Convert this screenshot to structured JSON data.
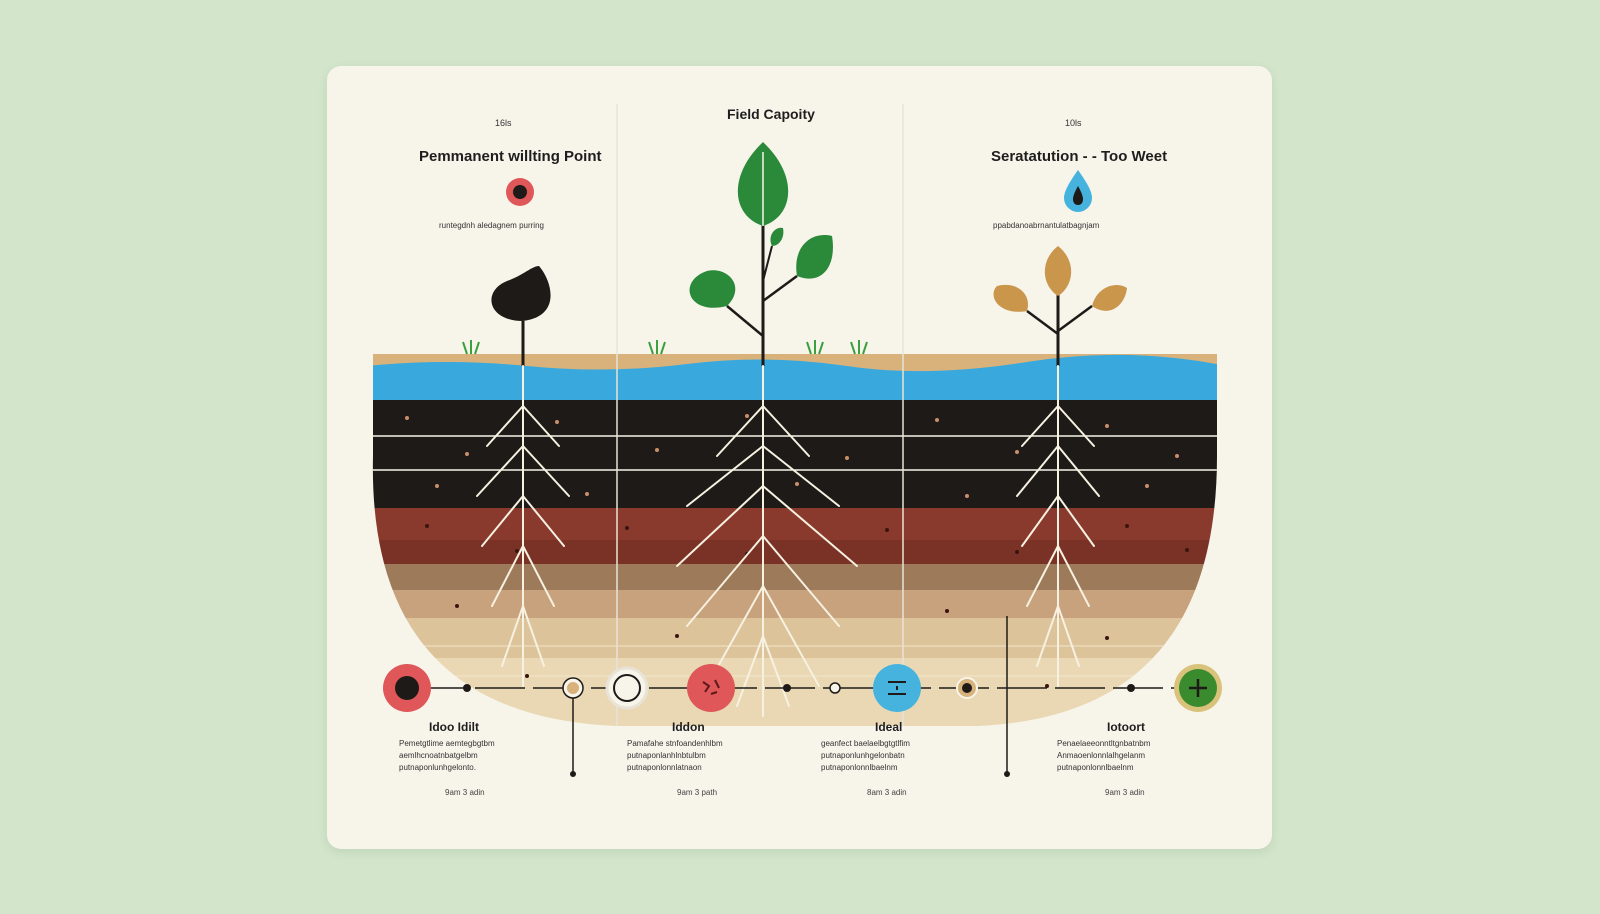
{
  "colors": {
    "background": "#d3e6cc",
    "card": "#f7f4ea",
    "water": "#38a8dd",
    "topsoil": "#d8b27a",
    "dark_soil": "#1e1a18",
    "red_soil": "#8a3a2c",
    "brown_soil": "#9c7a5a",
    "sand": "#ead8b4",
    "root": "#f7f1e1",
    "leaf_green": "#2a8a3a",
    "leaf_tan": "#c9964c",
    "red_marker": "#e0575a",
    "blue_marker": "#46b3df",
    "green_marker": "#3a8a2e"
  },
  "columns": [
    {
      "tag": "16ls",
      "heading": "Pemmanent willting Point",
      "description": "runtegdnh aledagnem purring",
      "marker_icon": "red-dot-icon",
      "plant_icon": "wilted-bulb-icon"
    },
    {
      "tag": "",
      "heading": "Field Capoity",
      "description": "",
      "marker_icon": "",
      "plant_icon": "healthy-plant-icon"
    },
    {
      "tag": "10ls",
      "heading": "Seratatution - - Too Weet",
      "description": "ppabdanoabrnantulatbagnjam",
      "marker_icon": "water-drop-icon",
      "plant_icon": "yellowed-plant-icon"
    }
  ],
  "stages": [
    {
      "title": "Idoo Idilt",
      "description": "Pemetgtlime aemtegbgtbm aemlhcnoatnbatgelbm putnaponlunhgelonto.",
      "meta": "9am  3 adin",
      "icon": "black-dot-icon"
    },
    {
      "title": "Iddon",
      "description": "Pamafahe stnfoandenhlbm putnaponlanhlnbtulbm putnaponlonnlatnaon",
      "meta": "9am  3 path",
      "icon": "rash-icon"
    },
    {
      "title": "Ideal",
      "description": "geanfect baelaelbgtgtlfim putnaponlunhgelonbatn putnaponlonnlbaelnm",
      "meta": "8am  3 adin",
      "icon": "level-icon"
    },
    {
      "title": "Iotoort",
      "description": "Penaelaeeonntltgnbatnbm Anmaoenlonnlalhgelanm putnaponlonnlbaelnm",
      "meta": "9am  3 adin",
      "icon": "plus-icon"
    }
  ]
}
